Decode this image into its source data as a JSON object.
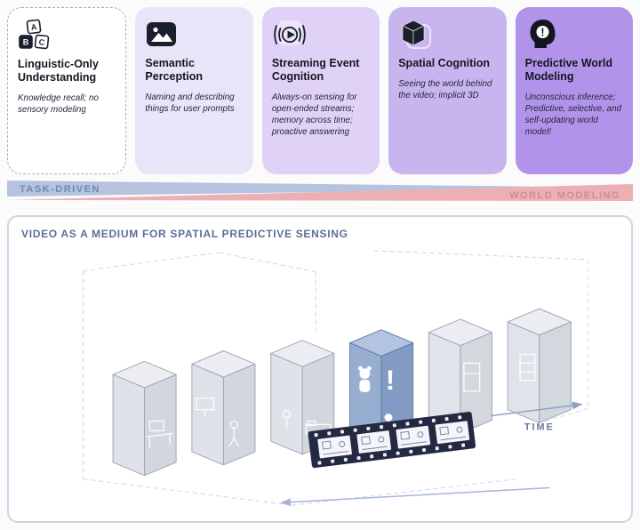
{
  "cards": [
    {
      "title": "Linguistic-Only Understanding",
      "description": "Knowledge recall; no sensory modeling",
      "icon": "abc-blocks-icon",
      "bg": "#ffffff"
    },
    {
      "title": "Semantic Perception",
      "description": "Naming and describing things for user prompts",
      "icon": "photo-icon",
      "bg": "#eae4f8"
    },
    {
      "title": "Streaming Event Cognition",
      "description": "Always-on sensing for open-ended streams; memory across time; proactive answering",
      "icon": "streaming-play-icon",
      "bg": "#dfd2f6"
    },
    {
      "title": "Spatial Cognition",
      "description": "Seeing the world behind the video; implicit 3D",
      "icon": "cube-icon",
      "bg": "#c8b4ef"
    },
    {
      "title": "Predictive World Modeling",
      "description": "Unconscious inference; Predictive, selective, and self-updating world model!",
      "icon": "head-alert-icon",
      "bg": "#b293ea"
    }
  ],
  "spectrum": {
    "left_label": "TASK-DRIVEN",
    "right_label": "WORLD MODELING",
    "left_color": "#b5c3de",
    "right_color": "#ecb0b4",
    "left_text_color": "#7187ad",
    "right_text_color": "#c98f94"
  },
  "panel": {
    "title": "VIDEO AS A MEDIUM FOR SPATIAL PREDICTIVE SENSING",
    "time_label": "TIME",
    "highlight_color": "#7b96c1"
  }
}
